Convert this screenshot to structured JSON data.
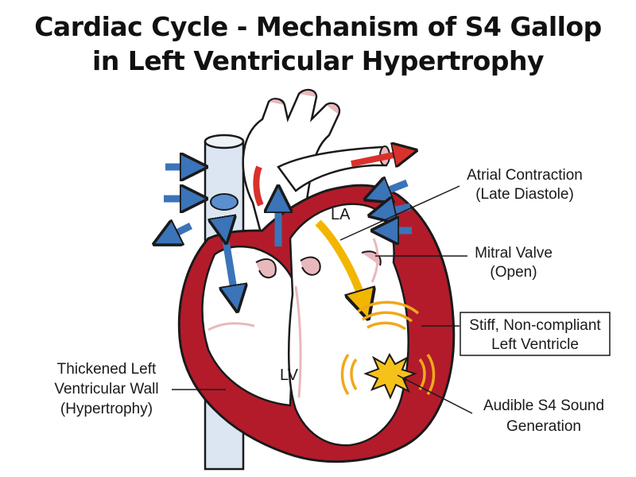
{
  "title": {
    "line1": "Cardiac Cycle - Mechanism of S4 Gallop",
    "line2": "in Left Ventricular Hypertrophy"
  },
  "chambers": {
    "la": "LA",
    "lv": "LV"
  },
  "labels": {
    "atrial_contraction": [
      "Atrial Contraction",
      "(Late Diastole)"
    ],
    "mitral_valve": [
      "Mitral Valve",
      "(Open)"
    ],
    "stiff_lv": [
      "Stiff, Non-compliant",
      "Left Ventricle"
    ],
    "s4_sound": [
      "Audible S4 Sound",
      "Generation"
    ],
    "thickened_wall": [
      "Thickened Left",
      "Ventricular Wall",
      "(Hypertrophy)"
    ]
  },
  "colors": {
    "myocardium": "#b31b2a",
    "outline": "#1a1a1a",
    "vessel_blue": "#dbe6f2",
    "arrow_blue": "#3b74b8",
    "arrow_red": "#d9312c",
    "arrow_yellow": "#f2b600",
    "burst": "#f6c21a",
    "sound_waves": "#f0a81c"
  }
}
